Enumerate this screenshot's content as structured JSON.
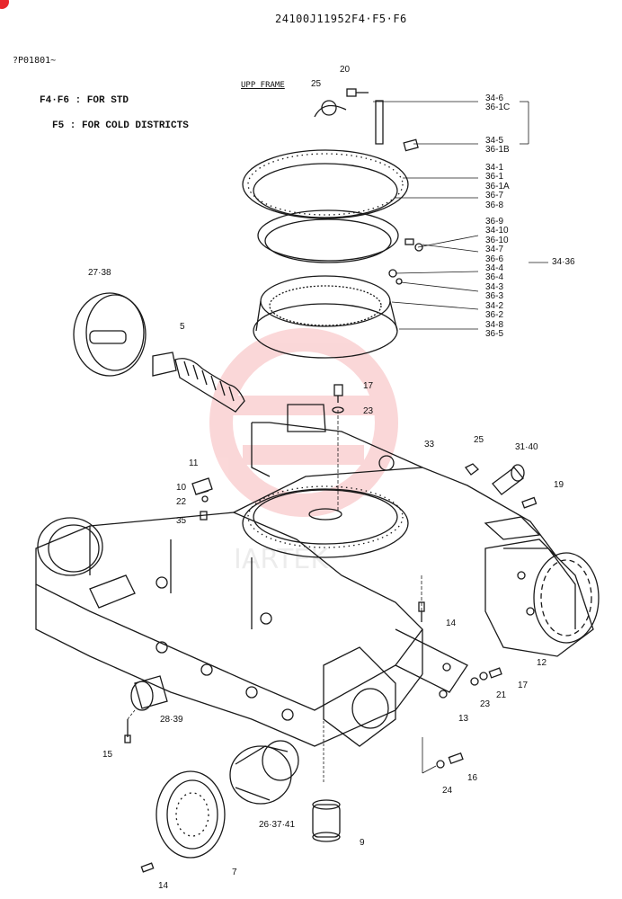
{
  "header": {
    "doc_code": "24100J11952F4·F5·F6",
    "serial": "?P01801~",
    "notes": [
      "F4·F6 : FOR STD",
      "F5 : FOR COLD DISTRICTS"
    ],
    "upp_frame": "UPP FRAME"
  },
  "callouts": {
    "c20": "20",
    "c25a": "25",
    "c27_38": "27·38",
    "c5": "5",
    "c17a": "17",
    "c23a": "23",
    "c33": "33",
    "c25b": "25",
    "c31_40": "31·40",
    "c19": "19",
    "c11": "11",
    "c10": "10",
    "c22": "22",
    "c35": "35",
    "c14a": "14",
    "c12": "12",
    "c17b": "17",
    "c21": "21",
    "c23b": "23",
    "c13": "13",
    "c28_39": "28·39",
    "c15": "15",
    "c16": "16",
    "c24": "24",
    "c26_37_41": "26·37·41",
    "c9": "9",
    "c14b": "14",
    "c7": "7",
    "group": "34·36"
  },
  "right_list_top": [
    "34-6",
    "36-1C",
    "34-5",
    "36-1B"
  ],
  "right_list": [
    "34-1",
    "36-1",
    "36-1A",
    "36-7",
    "36-8",
    "36-9",
    "34-10",
    "36-10",
    "34-7",
    "36-6",
    "34-4",
    "36-4",
    "34-3",
    "36-3",
    "34-2",
    "36-2",
    "34-8",
    "36-5"
  ],
  "colors": {
    "line": "#1a1a1a",
    "watermark": "#e8282d",
    "corner_mark": "#e8282d"
  }
}
